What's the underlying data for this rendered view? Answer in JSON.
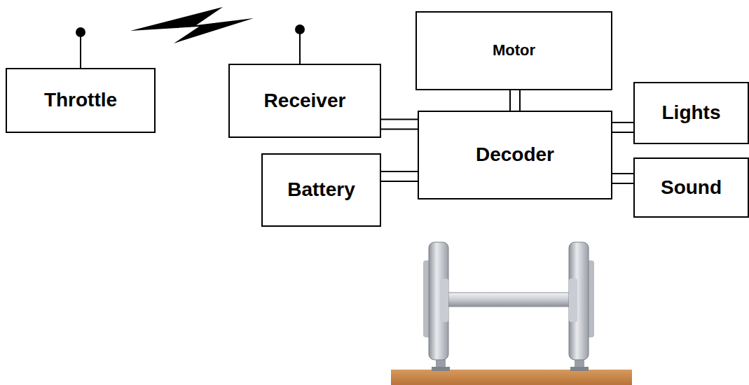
{
  "diagram": {
    "nodes": [
      {
        "text": [
          "Throttle"
        ]
      },
      {
        "text": [
          "Motor"
        ]
      },
      {
        "text": [
          "Receiver"
        ]
      },
      {
        "text": [
          "Decoder"
        ]
      },
      {
        "text": [
          "Lights"
        ]
      },
      {
        "text": [
          "Battery"
        ]
      },
      {
        "text": [
          "Sound"
        ]
      }
    ],
    "edges": [
      {
        "from": 2,
        "to": 3,
        "arrow": "none"
      },
      {
        "from": 5,
        "to": 3,
        "arrow": "none"
      },
      {
        "from": 1,
        "to": 3,
        "arrow": "none"
      },
      {
        "from": 3,
        "to": 4,
        "arrow": "none"
      },
      {
        "from": 3,
        "to": 6,
        "arrow": "none"
      }
    ]
  }
}
